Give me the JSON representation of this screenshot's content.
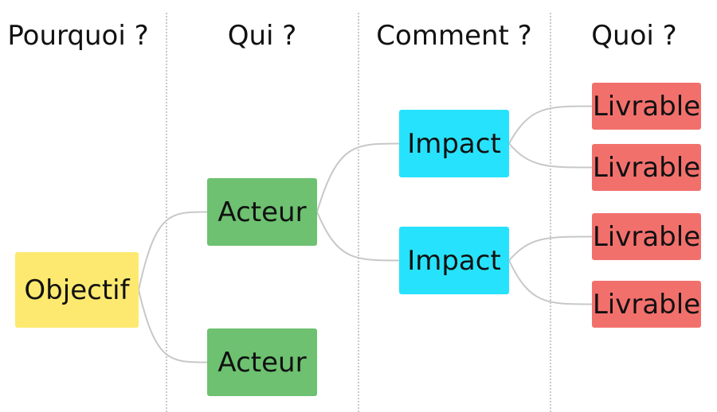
{
  "columns": [
    {
      "header": "Pourquoi ?"
    },
    {
      "header": "Qui ?"
    },
    {
      "header": "Comment ?"
    },
    {
      "header": "Quoi ?"
    }
  ],
  "nodes": {
    "objective": {
      "label": "Objectif",
      "color": "#FDE96F"
    },
    "actor_1": {
      "label": "Acteur",
      "color": "#6DC170"
    },
    "actor_2": {
      "label": "Acteur",
      "color": "#6DC170"
    },
    "impact_1": {
      "label": "Impact",
      "color": "#27E2FC"
    },
    "impact_2": {
      "label": "Impact",
      "color": "#27E2FC"
    },
    "deliverable_1": {
      "label": "Livrable",
      "color": "#F2706C"
    },
    "deliverable_2": {
      "label": "Livrable",
      "color": "#F2706C"
    },
    "deliverable_3": {
      "label": "Livrable",
      "color": "#F2706C"
    },
    "deliverable_4": {
      "label": "Livrable",
      "color": "#F2706C"
    }
  },
  "connector_color": "#C8C8C8",
  "edges": [
    [
      "objective",
      "actor_1"
    ],
    [
      "objective",
      "actor_2"
    ],
    [
      "actor_1",
      "impact_1"
    ],
    [
      "actor_1",
      "impact_2"
    ],
    [
      "impact_1",
      "deliverable_1"
    ],
    [
      "impact_1",
      "deliverable_2"
    ],
    [
      "impact_2",
      "deliverable_3"
    ],
    [
      "impact_2",
      "deliverable_4"
    ]
  ]
}
